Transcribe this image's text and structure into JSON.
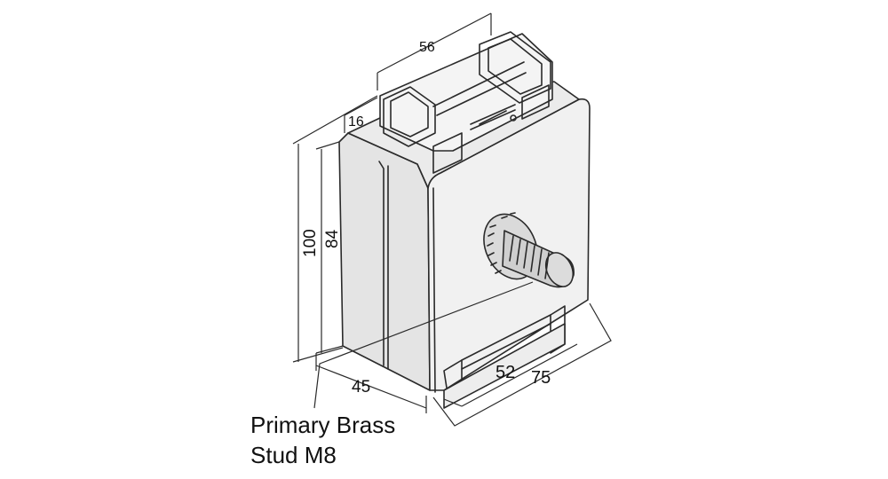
{
  "dimensions": {
    "top_width": "56",
    "top_depth": "16",
    "overall_height": "100",
    "body_height": "84",
    "depth": "45",
    "base_width": "52",
    "overall_width": "75"
  },
  "callout": {
    "line1": "Primary Brass",
    "line2": "Stud M8"
  },
  "colors": {
    "line": "#2a2a2a",
    "body_fill": "#e4e4e4",
    "front_fill": "#f1f1f1",
    "stud_fill": "#cfcfcf"
  }
}
